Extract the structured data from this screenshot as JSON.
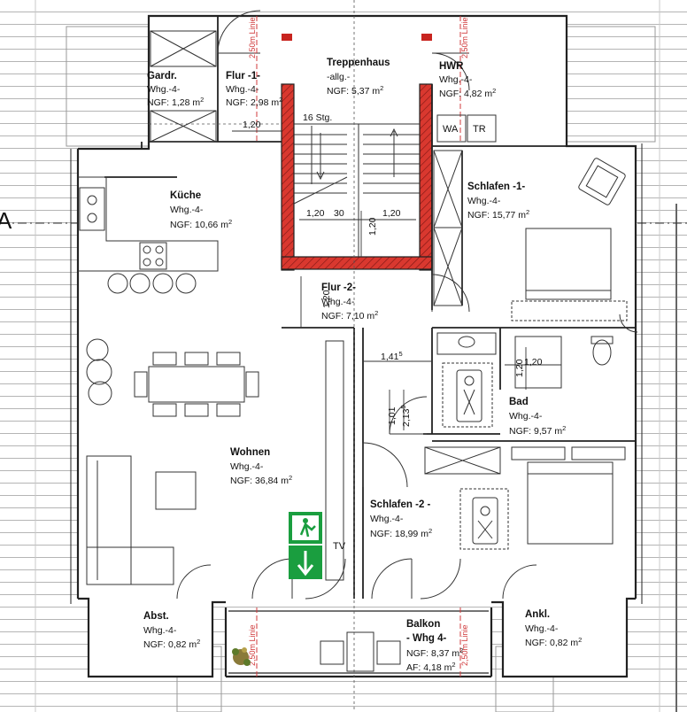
{
  "rooms": {
    "gardr": {
      "name": "Gardr.",
      "whg": "Whg.-4-",
      "ngf_pre": "NGF: 1,28 m",
      "sup": "2"
    },
    "flur1": {
      "name": "Flur -1-",
      "whg": "Whg.-4-",
      "ngf_pre": "NGF: 2,98 m",
      "sup": "2"
    },
    "treppe": {
      "name": "Treppenhaus",
      "whg": "-allg.-",
      "ngf_pre": "NGF: 5,37 m",
      "sup": "2"
    },
    "hwr": {
      "name": "HWR",
      "whg": "Whg.-4-",
      "ngf_pre": "NGF: 4,82 m",
      "sup": "2"
    },
    "kueche": {
      "name": "Küche",
      "whg": "Whg.-4-",
      "ngf_pre": "NGF: 10,66 m",
      "sup": "2"
    },
    "schlafen1": {
      "name": "Schlafen -1-",
      "whg": "Whg.-4-",
      "ngf_pre": "NGF: 15,77 m",
      "sup": "2"
    },
    "flur2": {
      "name": "Flur -2-",
      "whg": "Whg.-4-",
      "ngf_pre": "NGF: 7,10 m",
      "sup": "2"
    },
    "bad": {
      "name": "Bad",
      "whg": "Whg.-4-",
      "ngf_pre": "NGF: 9,57 m",
      "sup": "2"
    },
    "wohnen": {
      "name": "Wohnen",
      "whg": "Whg.-4-",
      "ngf_pre": "NGF: 36,84 m",
      "sup": "2"
    },
    "schlafen2": {
      "name": "Schlafen -2 -",
      "whg": "Whg.-4-",
      "ngf_pre": "NGF: 18,99 m",
      "sup": "2"
    },
    "abst": {
      "name": "Abst.",
      "whg": "Whg.-4-",
      "ngf_pre": "NGF: 0,82 m",
      "sup": "2"
    },
    "balkon": {
      "name": "Balkon",
      "whg": "- Whg 4-",
      "ngf_pre": "NGF: 8,37 m",
      "sup": "2",
      "af_pre": "AF: 4,18 m",
      "af_sup": "2"
    },
    "ankl": {
      "name": "Ankl.",
      "whg": "Whg.-4-",
      "ngf_pre": "NGF: 0,82 m",
      "sup": "2"
    }
  },
  "stairs_label": "16 Stg.",
  "fixtures": {
    "wa": "WA",
    "tr": "TR",
    "tv": "TV"
  },
  "dimensions": {
    "flur1_width": "1,20",
    "stair_left": "1,20",
    "stair_mid": "30",
    "stair_right": "1,20",
    "stair_vertical": "1,20",
    "flur2_vertical": "1,20",
    "bad_passage_pre": "1,41",
    "bad_passage_sup": "5",
    "bad_rect_v": "1,20",
    "bad_rect_h": "1,20",
    "door_v1": "1,01",
    "door_v2_pre": "2,13",
    "door_v2_sup": "5"
  },
  "height_line_label": "2,50m Linie",
  "section_marker": "A",
  "colors": {
    "stair_wall": "#c8241f",
    "exit_sign": "#1a9e3f",
    "height_line": "#d0393b"
  }
}
